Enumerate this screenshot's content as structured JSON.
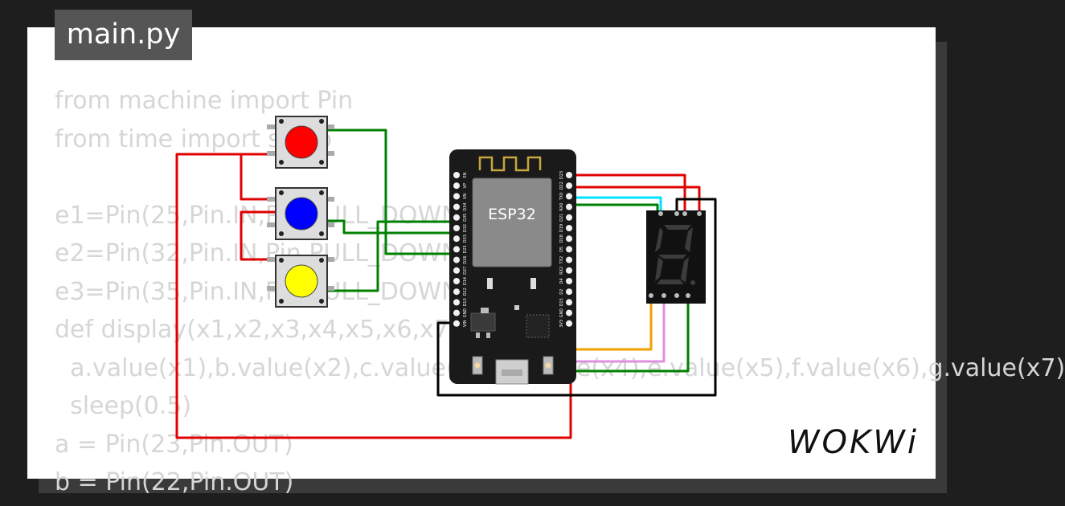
{
  "editor": {
    "filename": "main.py",
    "code_lines": [
      "from machine import Pin",
      "from time import sleep",
      "",
      "e1=Pin(25,Pin.IN,Pin.PULL_DOWN)",
      "e2=Pin(32,Pin.IN,Pin.PULL_DOWN)",
      "e3=Pin(35,Pin.IN,Pin.PULL_DOWN)",
      "def display(x1,x2,x3,x4,x5,x6,x7):",
      "  a.value(x1),b.value(x2),c.value(x3),d.value(x4),e.value(x5),f.value(x6),g.value(x7)",
      "  sleep(0.5)",
      "a = Pin(23,Pin.OUT)",
      "b = Pin(22,Pin.OUT)"
    ]
  },
  "board": {
    "chip_label": "ESP32",
    "left_pins": [
      "EN",
      "VP",
      "VN",
      "D34",
      "D35",
      "D32",
      "D33",
      "D25",
      "D26",
      "D27",
      "D14",
      "D12",
      "D13",
      "GND",
      "VIN"
    ],
    "right_pins": [
      "D23",
      "D22",
      "TX0",
      "RX0",
      "D21",
      "D19",
      "D18",
      "D5",
      "TX2",
      "RX2",
      "D4",
      "D2",
      "D15",
      "GND",
      "3V3"
    ]
  },
  "buttons": [
    {
      "name": "red",
      "color": "#ff0000"
    },
    {
      "name": "blue",
      "color": "#0000ff"
    },
    {
      "name": "yellow",
      "color": "#ffff00"
    }
  ],
  "display_digit": "8",
  "wire_colors": {
    "red": "#e00000",
    "green": "#008000",
    "cyan": "#00e0ff",
    "black": "#000000",
    "orange": "#f0a000",
    "violet": "#e090e0"
  },
  "brand": {
    "logo_text": "WOKWi"
  }
}
